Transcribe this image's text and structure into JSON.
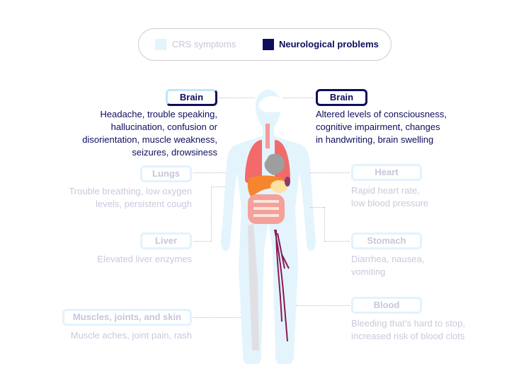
{
  "legend": {
    "crs_label": "CRS symptoms",
    "neuro_label": "Neurological problems",
    "crs_color": "#e3f4fd",
    "neuro_color": "#0d0d5e"
  },
  "left": [
    {
      "label": "Brain",
      "text": "Headache, trouble speaking,\nhallucination, confusion or\ndisorientation, muscle weakness,\nseizures, drowsiness"
    },
    {
      "label": "Lungs",
      "text": "Trouble breathing, low oxygen\nlevels, persistent cough"
    },
    {
      "label": "Liver",
      "text": "Elevated liver enzymes"
    },
    {
      "label": "Muscles, joints, and skin",
      "text": "Muscle aches, joint pain, rash"
    }
  ],
  "right": [
    {
      "label": "Brain",
      "text": "Altered levels of consciousness,\ncognitive impairment, changes\nin handwriting, brain swelling"
    },
    {
      "label": "Heart",
      "text": "Rapid heart rate,\nlow blood pressure"
    },
    {
      "label": "Stomach",
      "text": "Diarrhea, nausea,\nvomiting"
    },
    {
      "label": "Blood",
      "text": "Bleeding that’s hard to stop,\nincreased risk of blood clots"
    }
  ]
}
